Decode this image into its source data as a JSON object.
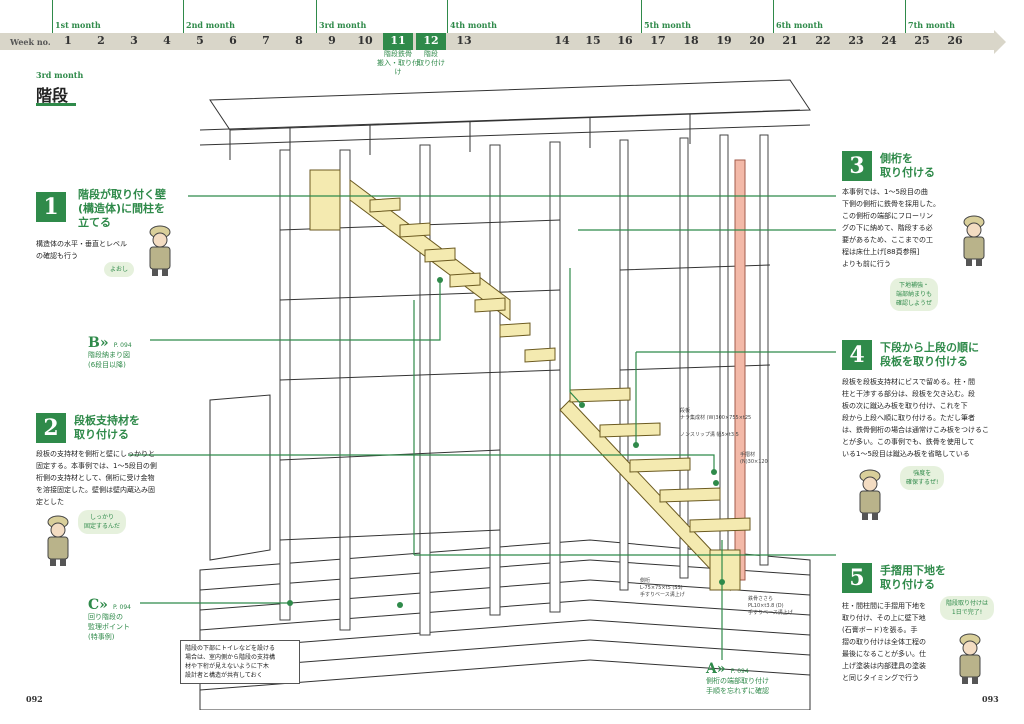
{
  "timeline": {
    "week_label": "Week no.",
    "months": [
      "1st month",
      "2nd month",
      "3rd month",
      "4th month",
      "5th month",
      "6th month",
      "7th month"
    ],
    "weeks": [
      "1",
      "2",
      "3",
      "4",
      "5",
      "6",
      "7",
      "8",
      "9",
      "10",
      "11",
      "12",
      "13",
      "14",
      "15",
      "16",
      "17",
      "18",
      "19",
      "20",
      "21",
      "22",
      "23",
      "24",
      "25",
      "26"
    ],
    "highlighted_weeks": [
      "11",
      "12"
    ],
    "notes": [
      "階段鉄骨\n搬入・取り付け",
      "階段\n取り付け"
    ]
  },
  "section": {
    "month": "3rd month",
    "title": "階段"
  },
  "steps": [
    {
      "num": "1",
      "title": "階段が取り付く壁\n(構造体)に間柱を\n立てる",
      "body": "構造体の水平・垂直とレベル\nの確認も行う",
      "bubble": "よおし"
    },
    {
      "num": "2",
      "title": "段板支持材を\n取り付ける",
      "body": "段板の支持材を側桁と壁にしっかりと\n固定する。本事例では、1〜5段目の側\n桁側の支持材として、側桁に受け金物\nを溶接固定した。壁側は壁内蔵込み固\n定とした",
      "bubble": "しっかり\n固定するんだ"
    },
    {
      "num": "3",
      "title": "側桁を\n取り付ける",
      "body": "本事例では、1〜5段目の曲\n下側の側桁に鉄骨を採用した。\nこの側桁の端部にフローリン\nグの下に納めて、階段する必\n要があるため、ここまでの工\n程は床仕上げ[88頁参照]\nよりも前に行う",
      "bubble": "下地補強・\n端部納まりも\n確認しようぜ"
    },
    {
      "num": "4",
      "title": "下段から上段の順に\n段板を取り付ける",
      "body": "段板を段板支持材にビスで留める。柱・間\n柱と干渉する部分は、段板を欠き込む。段\n板の次に蹴込み板を取り付け、これを下\n段から上段へ順に取り付ける。ただし筆者\nは、鉄骨側桁の場合は通常けこみ板をつけるこ\nとが多い。この事例でも、鉄骨を使用して\nいる1〜5段目は蹴込み板を省略している",
      "bubble": "強度を\n確保するぜ!"
    },
    {
      "num": "5",
      "title": "手摺用下地を\n取り付ける",
      "body": "柱・間柱間に手摺用下地を\n取り付け、その上に壁下地\n(石膏ボード)を張る。手\n摺の取り付けは全体工程の\n最後になることが多い。仕\n上げ塗装は内部建具の塗装\nと同じタイミングで行う",
      "bubble": "階段取り付けは\n1日で完了!"
    }
  ],
  "refs": [
    {
      "letter": "A",
      "page": "P. 094",
      "text": "側桁の端部取り付け\n手順を忘れずに確認"
    },
    {
      "letter": "B",
      "page": "P. 094",
      "text": "階段納まり図\n(6段目以降)"
    },
    {
      "letter": "C",
      "page": "P. 094",
      "text": "回り階段の\n監理ポイント\n(特事例)"
    }
  ],
  "note_box": "階段の下部にトイレなどを設ける\n場合は、室内側から階段の支持構\n材や下桁が見えないように下木\n設計者と構造が共有しておく",
  "drawing_labels": [
    "段板\nナラ集成材 (W)300×755×t25",
    "ノンスリップ溝 幅5×t3.5",
    "手摺材\n(N)30×120",
    "側桁\nL-75×75×t5 (SS)\n手すりベース溝上げ",
    "鉄骨ささら\nPL10×t3.8 (D)\n手すりベース溝上げ"
  ],
  "pages": {
    "left": "092",
    "right": "093"
  },
  "colors": {
    "accent": "#2f8a4a",
    "wood": "#f4eab0",
    "timeline": "#d9d6c9"
  }
}
